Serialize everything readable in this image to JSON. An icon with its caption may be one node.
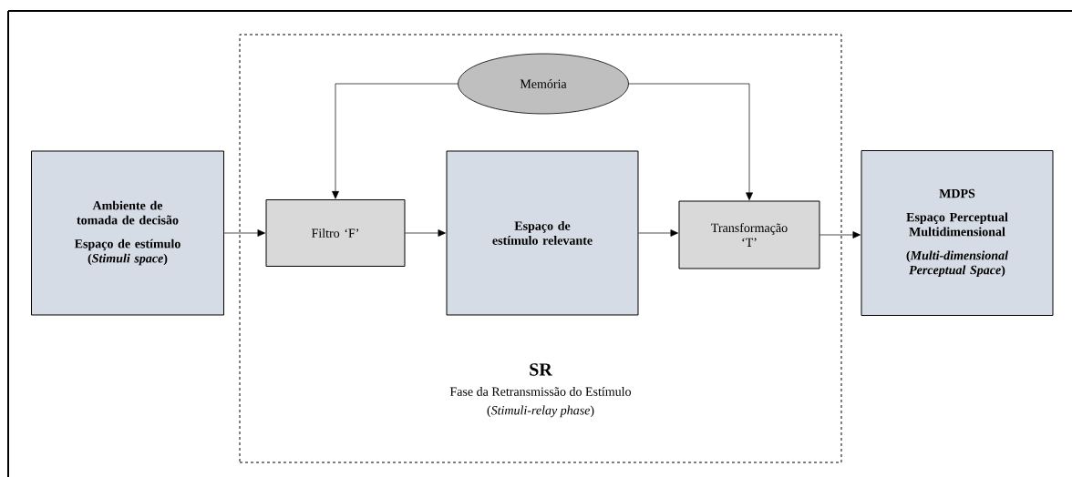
{
  "diagram": {
    "nodes": [
      {
        "text": [
          "SR",
          "Fase da Retransmissão do Estímulo",
          "(*Stimuli-relay phase*)"
        ]
      },
      {
        "text": [
          "Ambiente de tomada de decisão",
          "Espaço de estímulo (*Stimuli space*)"
        ]
      },
      {
        "text": [
          "Memória"
        ],
        "in": 0
      },
      {
        "text": [
          "Filtro ‘F’"
        ],
        "in": 0
      },
      {
        "text": [
          "Espaço de estímulo relevante"
        ],
        "in": 0
      },
      {
        "text": [
          "Transformação ‘T’"
        ],
        "in": 0
      },
      {
        "text": [
          "MDPS",
          "Espaço Perceptual Multidimensional",
          "(*Multi-dimensional Perceptual Space*)"
        ]
      }
    ],
    "edges": [
      {
        "from": 1,
        "to": 3,
        "arrow": "to"
      },
      {
        "from": 3,
        "to": 4,
        "arrow": "to"
      },
      {
        "from": 4,
        "to": 5,
        "arrow": "to"
      },
      {
        "from": 5,
        "to": 6,
        "arrow": "to"
      },
      {
        "from": 2,
        "to": 3,
        "arrow": "to"
      },
      {
        "from": 2,
        "to": 5,
        "arrow": "to"
      }
    ]
  }
}
